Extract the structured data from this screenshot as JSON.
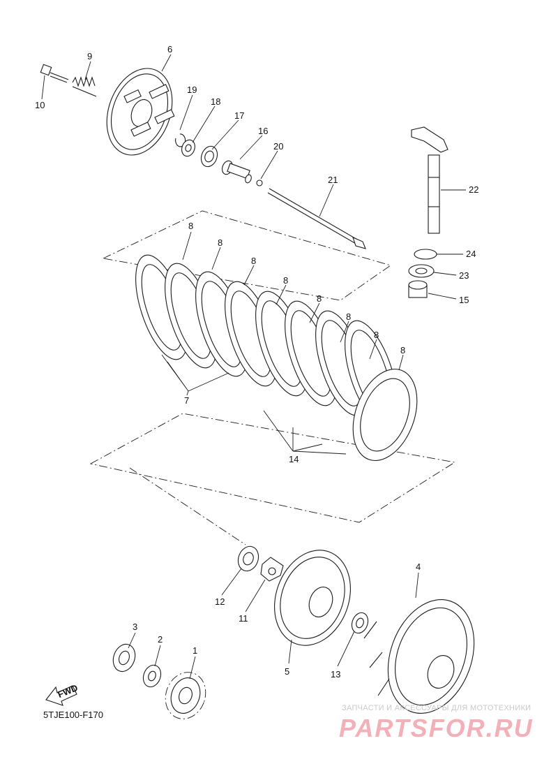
{
  "diagram": {
    "callouts": [
      "1",
      "2",
      "3",
      "4",
      "5",
      "6",
      "7",
      "8",
      "8",
      "8",
      "8",
      "8",
      "8",
      "8",
      "8",
      "9",
      "10",
      "11",
      "12",
      "13",
      "14",
      "15",
      "16",
      "17",
      "18",
      "19",
      "20",
      "21",
      "22",
      "23",
      "24"
    ],
    "fwd_label": "FWD",
    "drawing_code": "5TJE100-F170"
  },
  "watermark": {
    "subtitle": "ЗАПЧАСТИ И АКСЕССУАРЫ ДЛЯ МОТОТЕХНИКИ",
    "logo": "PARTSFOR.RU"
  }
}
